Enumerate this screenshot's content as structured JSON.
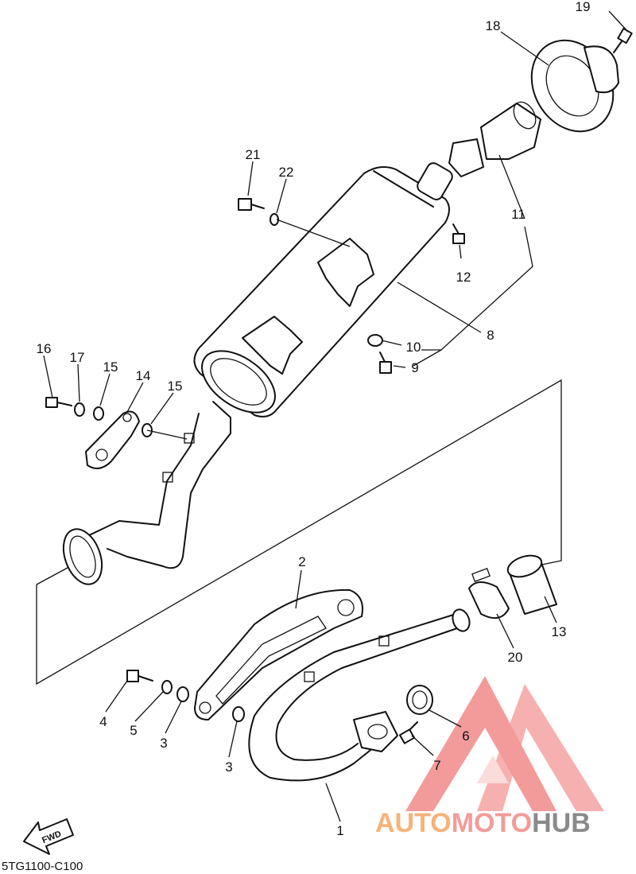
{
  "diagram_code": "5TG1100-C100",
  "fwd_label": "FWD",
  "watermark": {
    "text_a": "AUTO",
    "text_b": "MOTO",
    "text_c": "HUB",
    "color_a": "#f5b37a",
    "color_b": "#f49a9a",
    "color_c": "#8a8a8a",
    "logo_color": "#f07a7a"
  },
  "callouts": {
    "c1": "1",
    "c2": "2",
    "c3a": "3",
    "c3b": "3",
    "c4": "4",
    "c5": "5",
    "c6": "6",
    "c7": "7",
    "c8": "8",
    "c9": "9",
    "c10": "10",
    "c11": "11",
    "c12": "12",
    "c13": "13",
    "c14": "14",
    "c15a": "15",
    "c15b": "15",
    "c16": "16",
    "c17": "17",
    "c18": "18",
    "c19": "19",
    "c20": "20",
    "c21": "21",
    "c22": "22"
  }
}
